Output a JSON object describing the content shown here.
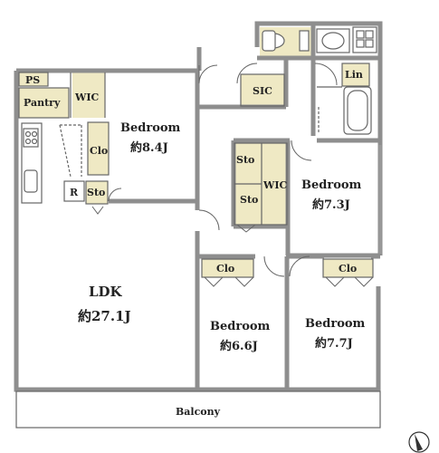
{
  "plan": {
    "rooms": {
      "ps": "PS",
      "pantry": "Pantry",
      "wic_top": "WIC",
      "bed1_name": "Bedroom",
      "bed1_size": "約8.4J",
      "clo_vertical": "Clo",
      "r_label": "R",
      "sto_left": "Sto",
      "sic": "SIC",
      "lin": "Lin",
      "sto_mid_top": "Sto",
      "wic_mid": "WIC",
      "sto_mid_bottom": "Sto",
      "bed2_name": "Bedroom",
      "bed2_size": "約7.3J",
      "ldk_name": "LDK",
      "ldk_size": "約27.1J",
      "clo_bed3": "Clo",
      "bed3_name": "Bedroom",
      "bed3_size": "約6.6J",
      "clo_bed4": "Clo",
      "bed4_name": "Bedroom",
      "bed4_size": "約7.7J",
      "balcony": "Balcony"
    },
    "colors": {
      "wall": "#8e8e8e",
      "wall_dark": "#7a7a7a",
      "storage_fill": "#efe9c4",
      "fixture_fill": "#e6e6e6",
      "line": "#555555"
    }
  }
}
